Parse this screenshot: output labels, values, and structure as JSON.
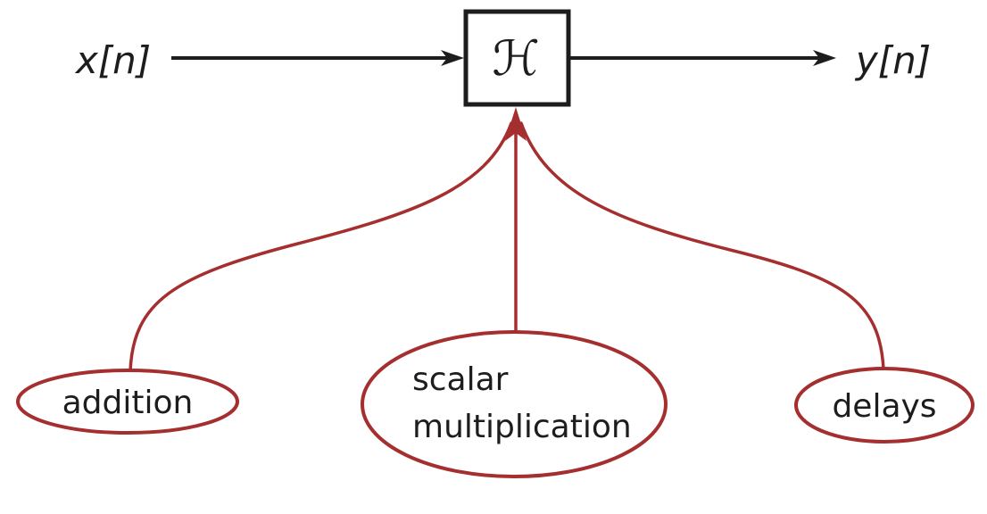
{
  "diagram": {
    "input_label": "x[n]",
    "system_label": "ℋ",
    "output_label": "y[n]",
    "building_blocks": [
      {
        "id": "addition",
        "label": "addition"
      },
      {
        "id": "scalar-multiplication",
        "label": "scalar multiplication",
        "lines": [
          "scalar",
          "multiplication"
        ]
      },
      {
        "id": "delays",
        "label": "delays"
      }
    ]
  },
  "colors": {
    "ink": "#1d1d1d",
    "accent-red": "#a52e2e",
    "background": "#ffffff"
  }
}
